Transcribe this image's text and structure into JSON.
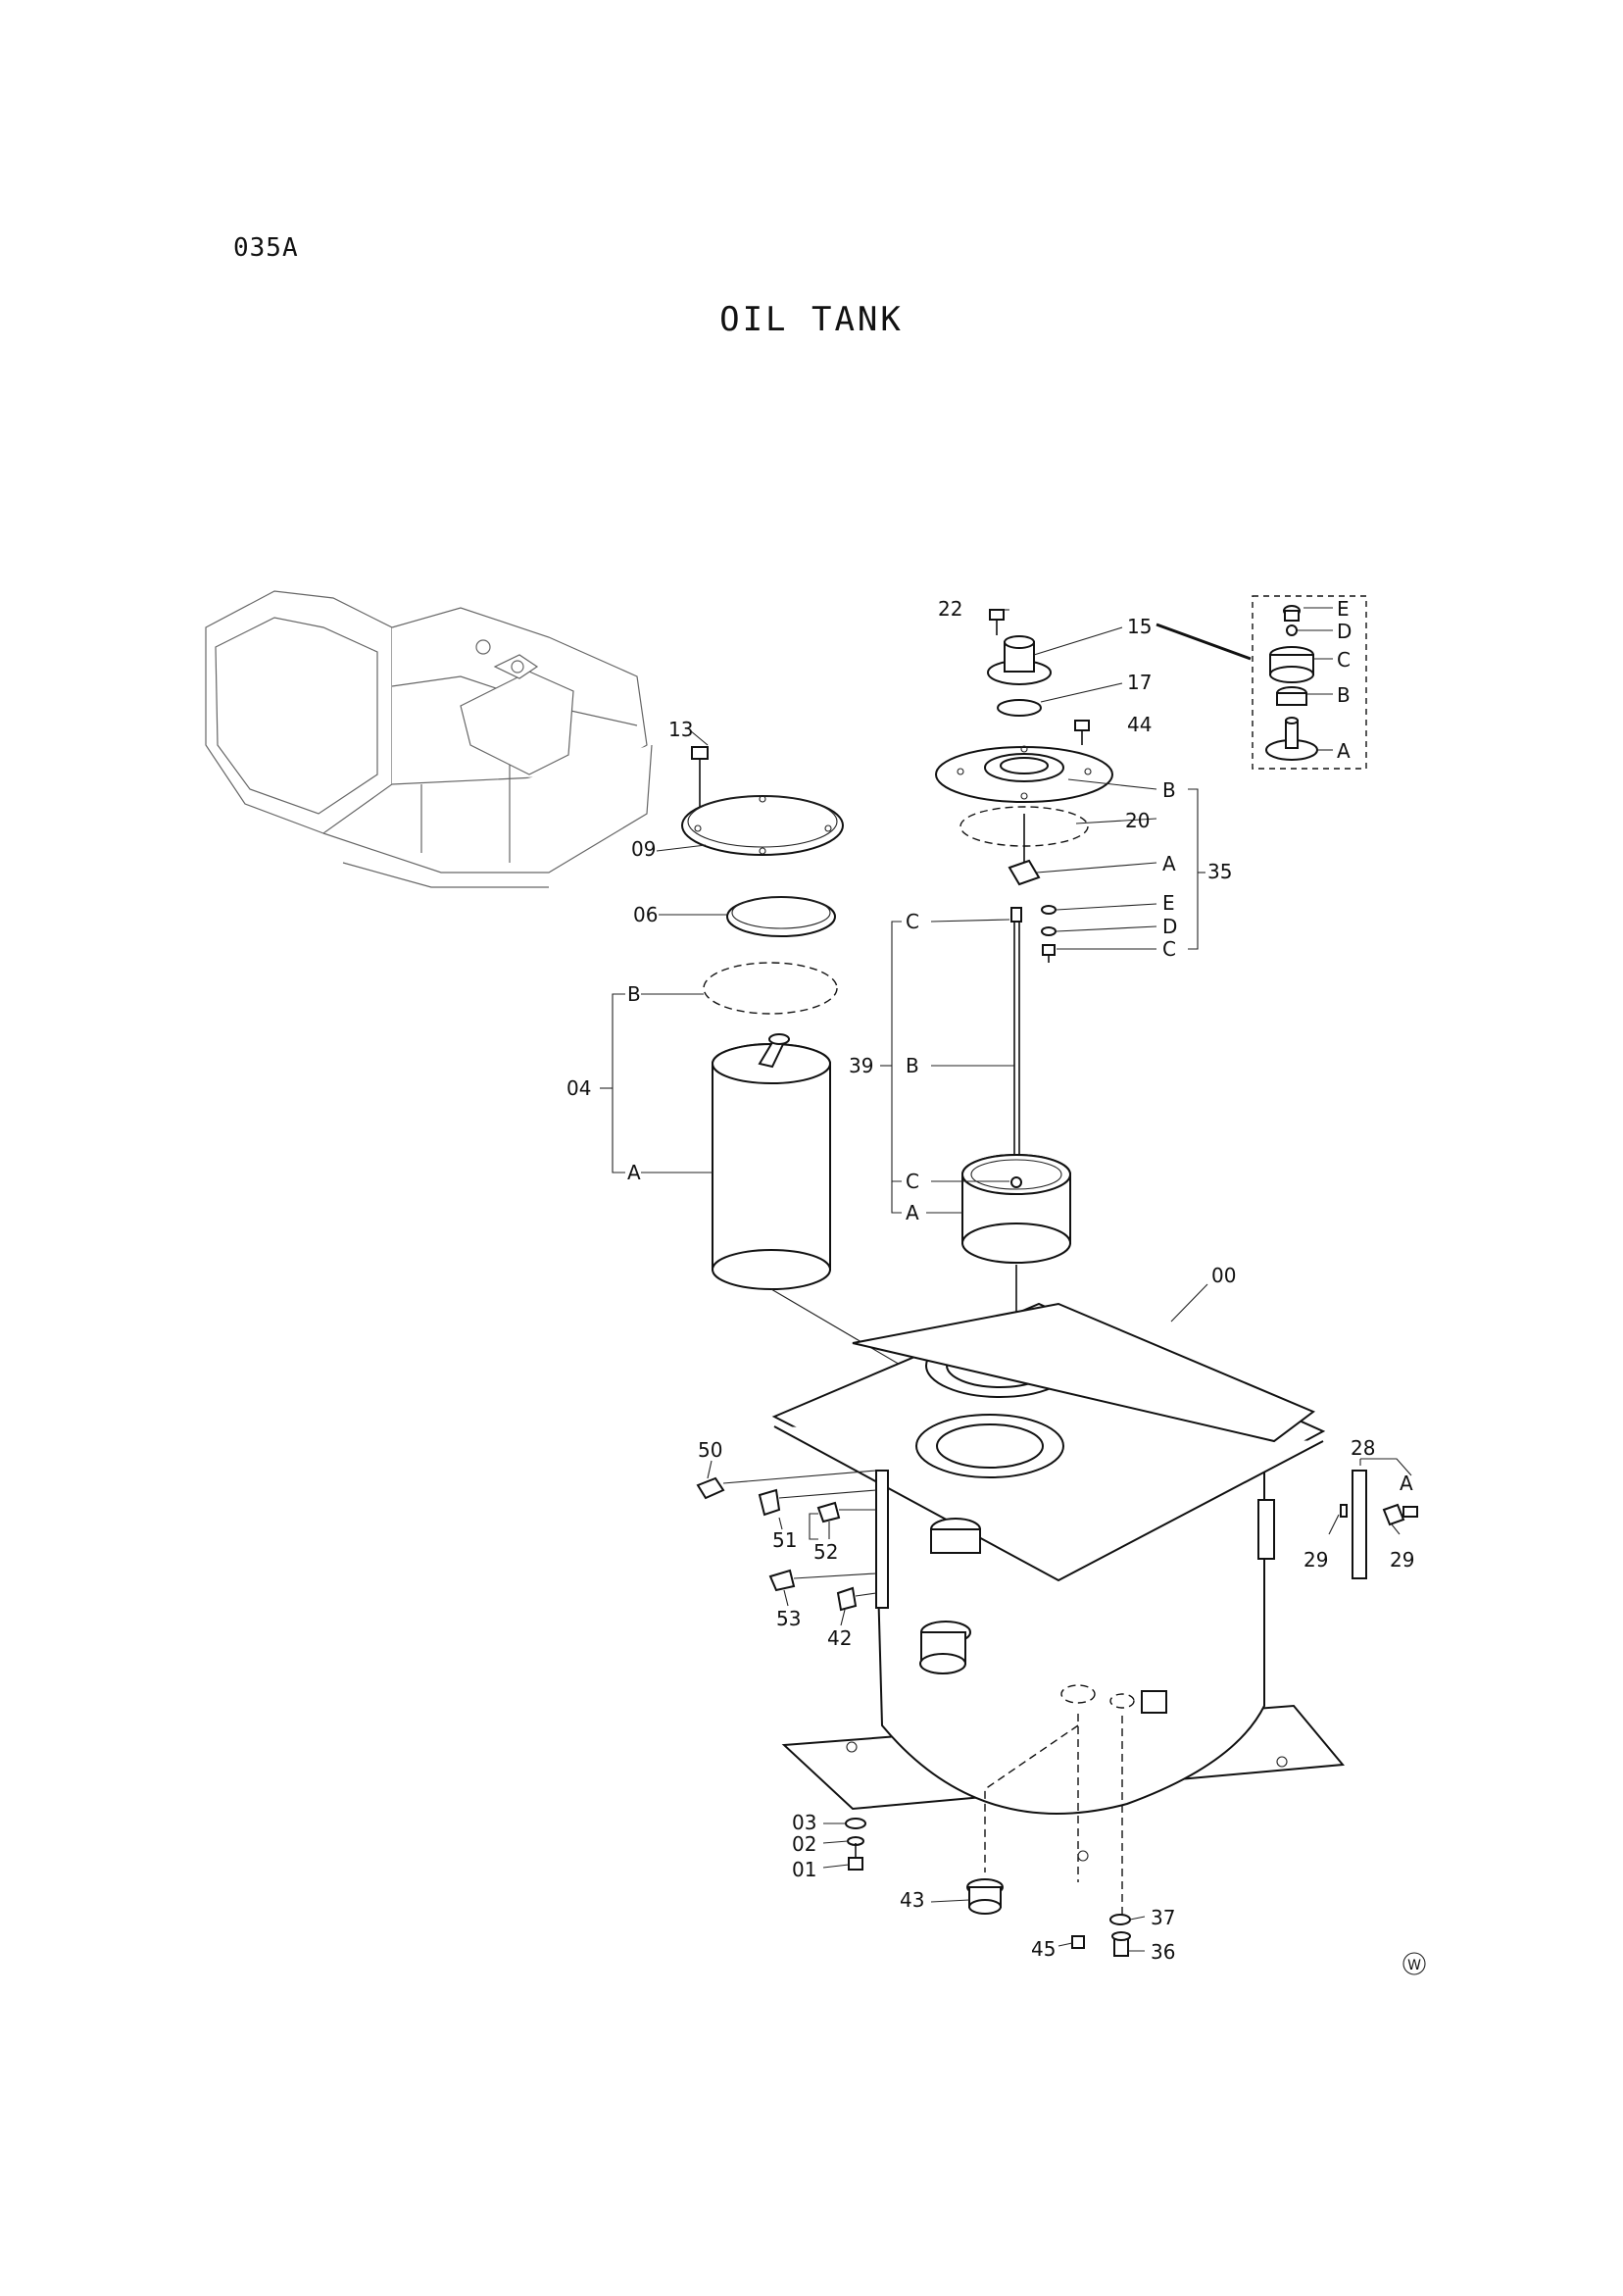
{
  "header": {
    "page_code": "035A",
    "title": "OIL TANK"
  },
  "callouts": {
    "c22": "22",
    "c15": "15",
    "c17": "17",
    "c44": "44",
    "c13": "13",
    "c09": "09",
    "c20": "20",
    "c35": "35",
    "c06": "06",
    "c04": "04",
    "c39": "39",
    "c00": "00",
    "c50": "50",
    "c51": "51",
    "c52": "52",
    "c53": "53",
    "c42": "42",
    "c28": "28",
    "c29a": "29",
    "c29b": "29",
    "c03": "03",
    "c02": "02",
    "c01": "01",
    "c43": "43",
    "c45": "45",
    "c37": "37",
    "c36": "36"
  },
  "sub_letters": {
    "A": "A",
    "B": "B",
    "C": "C",
    "D": "D",
    "E": "E"
  },
  "mark": {
    "w": "W"
  }
}
